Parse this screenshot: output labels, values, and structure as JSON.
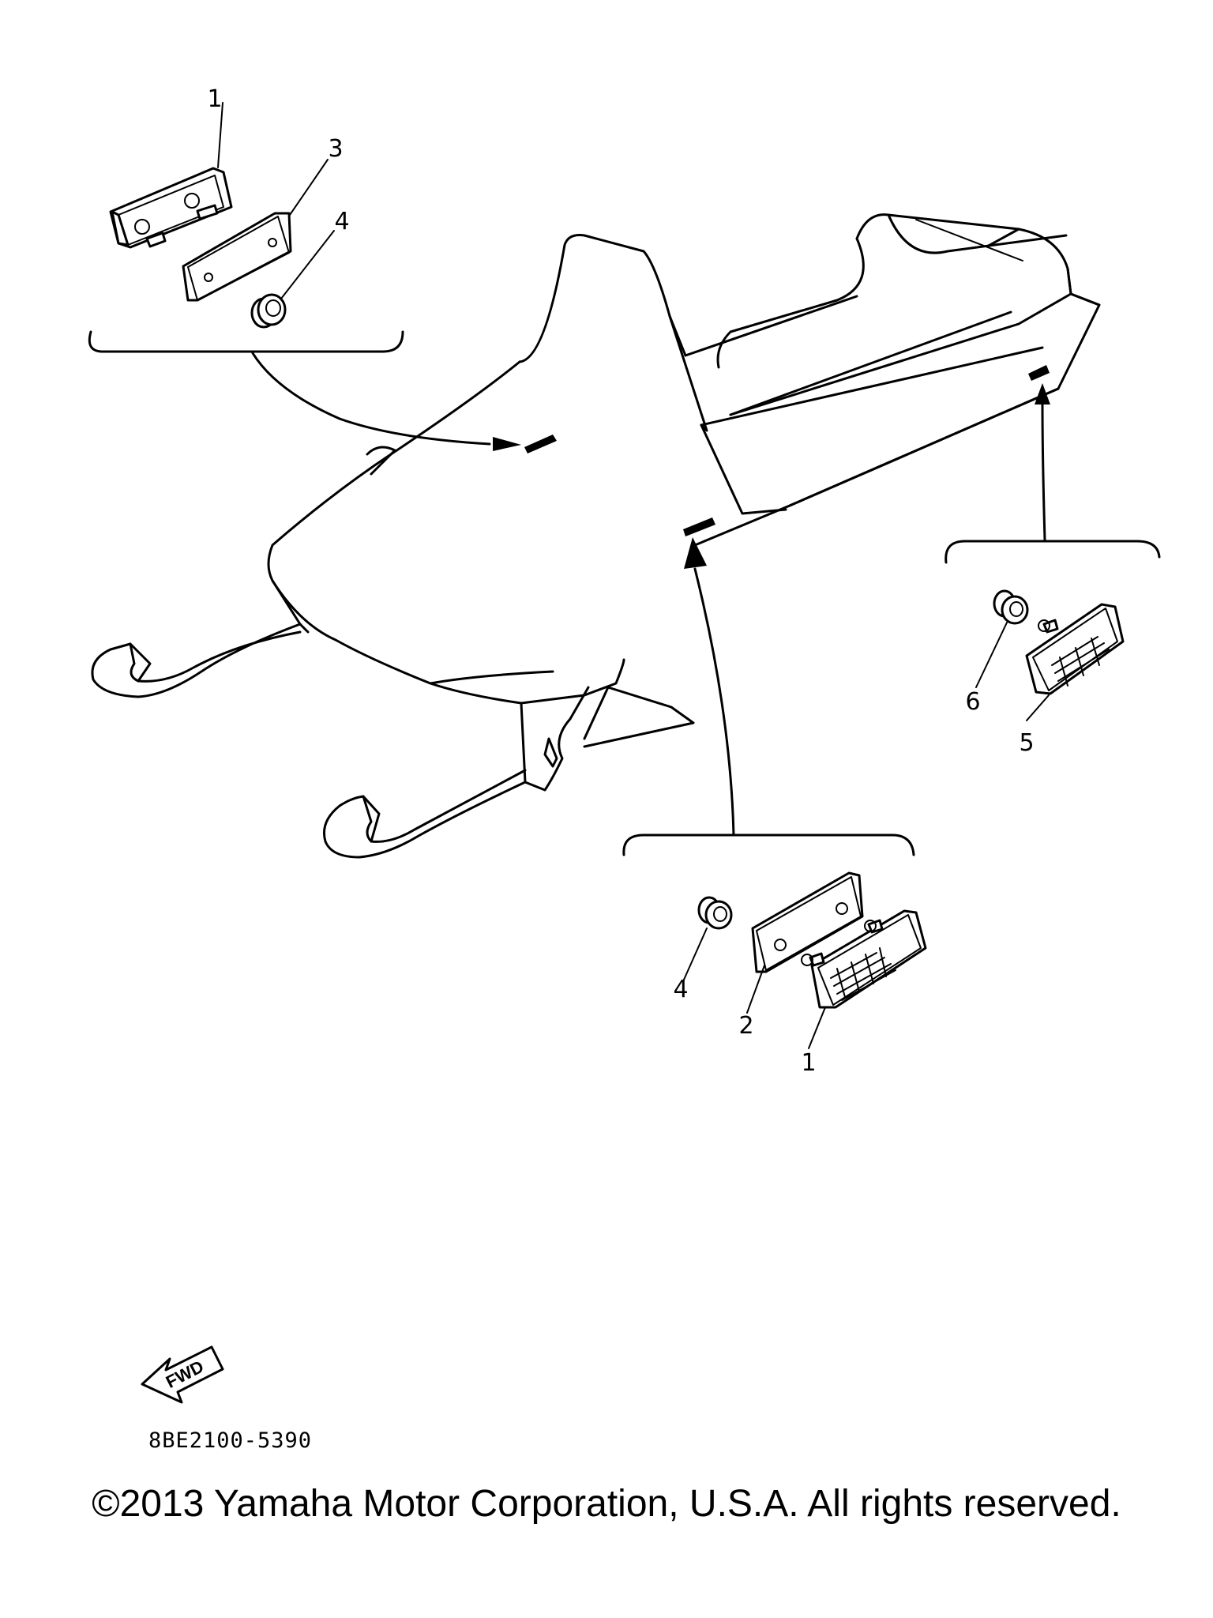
{
  "callouts": {
    "topleft_plate": "1",
    "topleft_plate_sheet": "3",
    "topleft_nut": "4",
    "bottom_nut": "4",
    "bottom_plate_sheet": "2",
    "bottom_reflector": "1",
    "right_nut": "6",
    "right_reflector": "5"
  },
  "fwd_label": "FWD",
  "diagram_code": "8BE2100-5390",
  "copyright": "©2013 Yamaha Motor Corporation, U.S.A. All rights reserved."
}
